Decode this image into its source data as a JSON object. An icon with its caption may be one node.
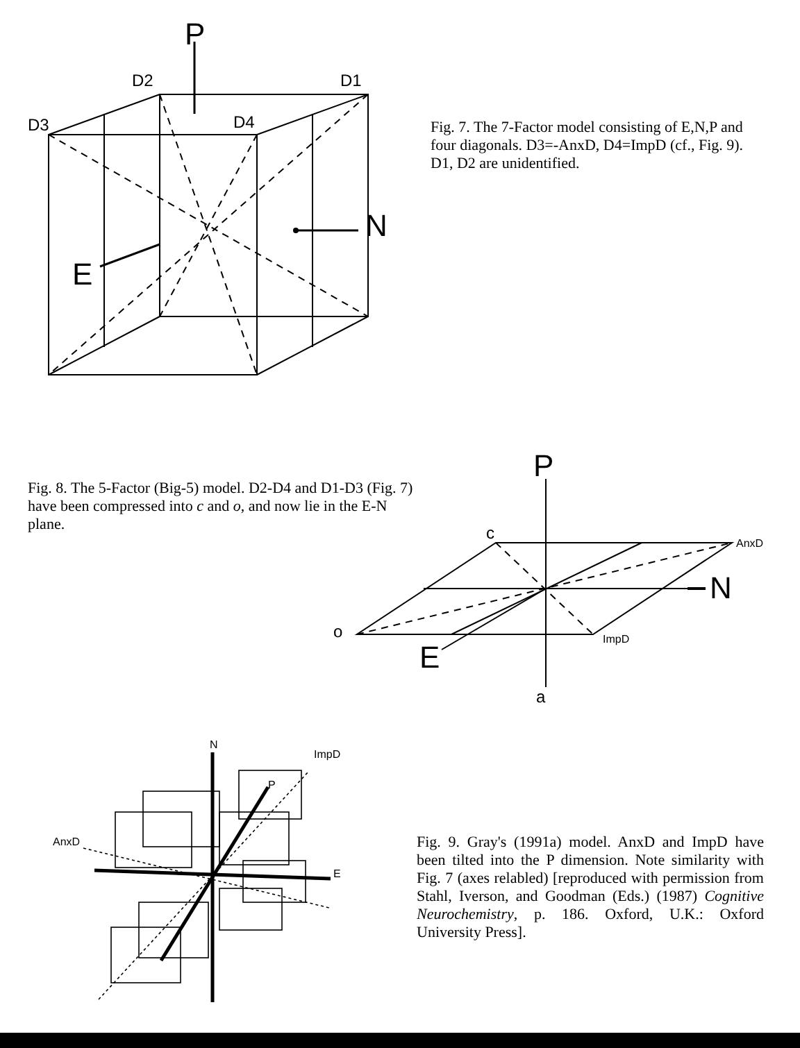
{
  "diagram": {
    "labels": [
      "P",
      "D2",
      "D1",
      "D3",
      "D4",
      "N",
      "E",
      "Fig. 7. The 7-Factor model consisting of E,N,P and four diagonals. D3=-AnxD, D4=ImpD (cf., Fig. 9). D1, D2 are unidentified.",
      "Fig. 8. The 5-Factor (Big-5) model. D2-D4 and D1-D3 (Fig. 7) have been compressed into *c* and *o*, and now lie in the E-N plane.",
      "P",
      "c",
      "AnxD",
      "N",
      "o",
      "ImpD",
      "E",
      "a",
      "N",
      "ImpD",
      "P",
      "AnxD",
      "E",
      "Fig. 9. Gray's (1991a) model. AnxD and ImpD have been tilted into the P dimension. Note similarity with Fig. 7 (axes relabled) [reproduced with permission from Stahl, Iverson, and Goodman (Eds.) (1987) *Cognitive Neurochemistry*, p. 186. Oxford, U.K.: Oxford University Press]."
    ]
  }
}
